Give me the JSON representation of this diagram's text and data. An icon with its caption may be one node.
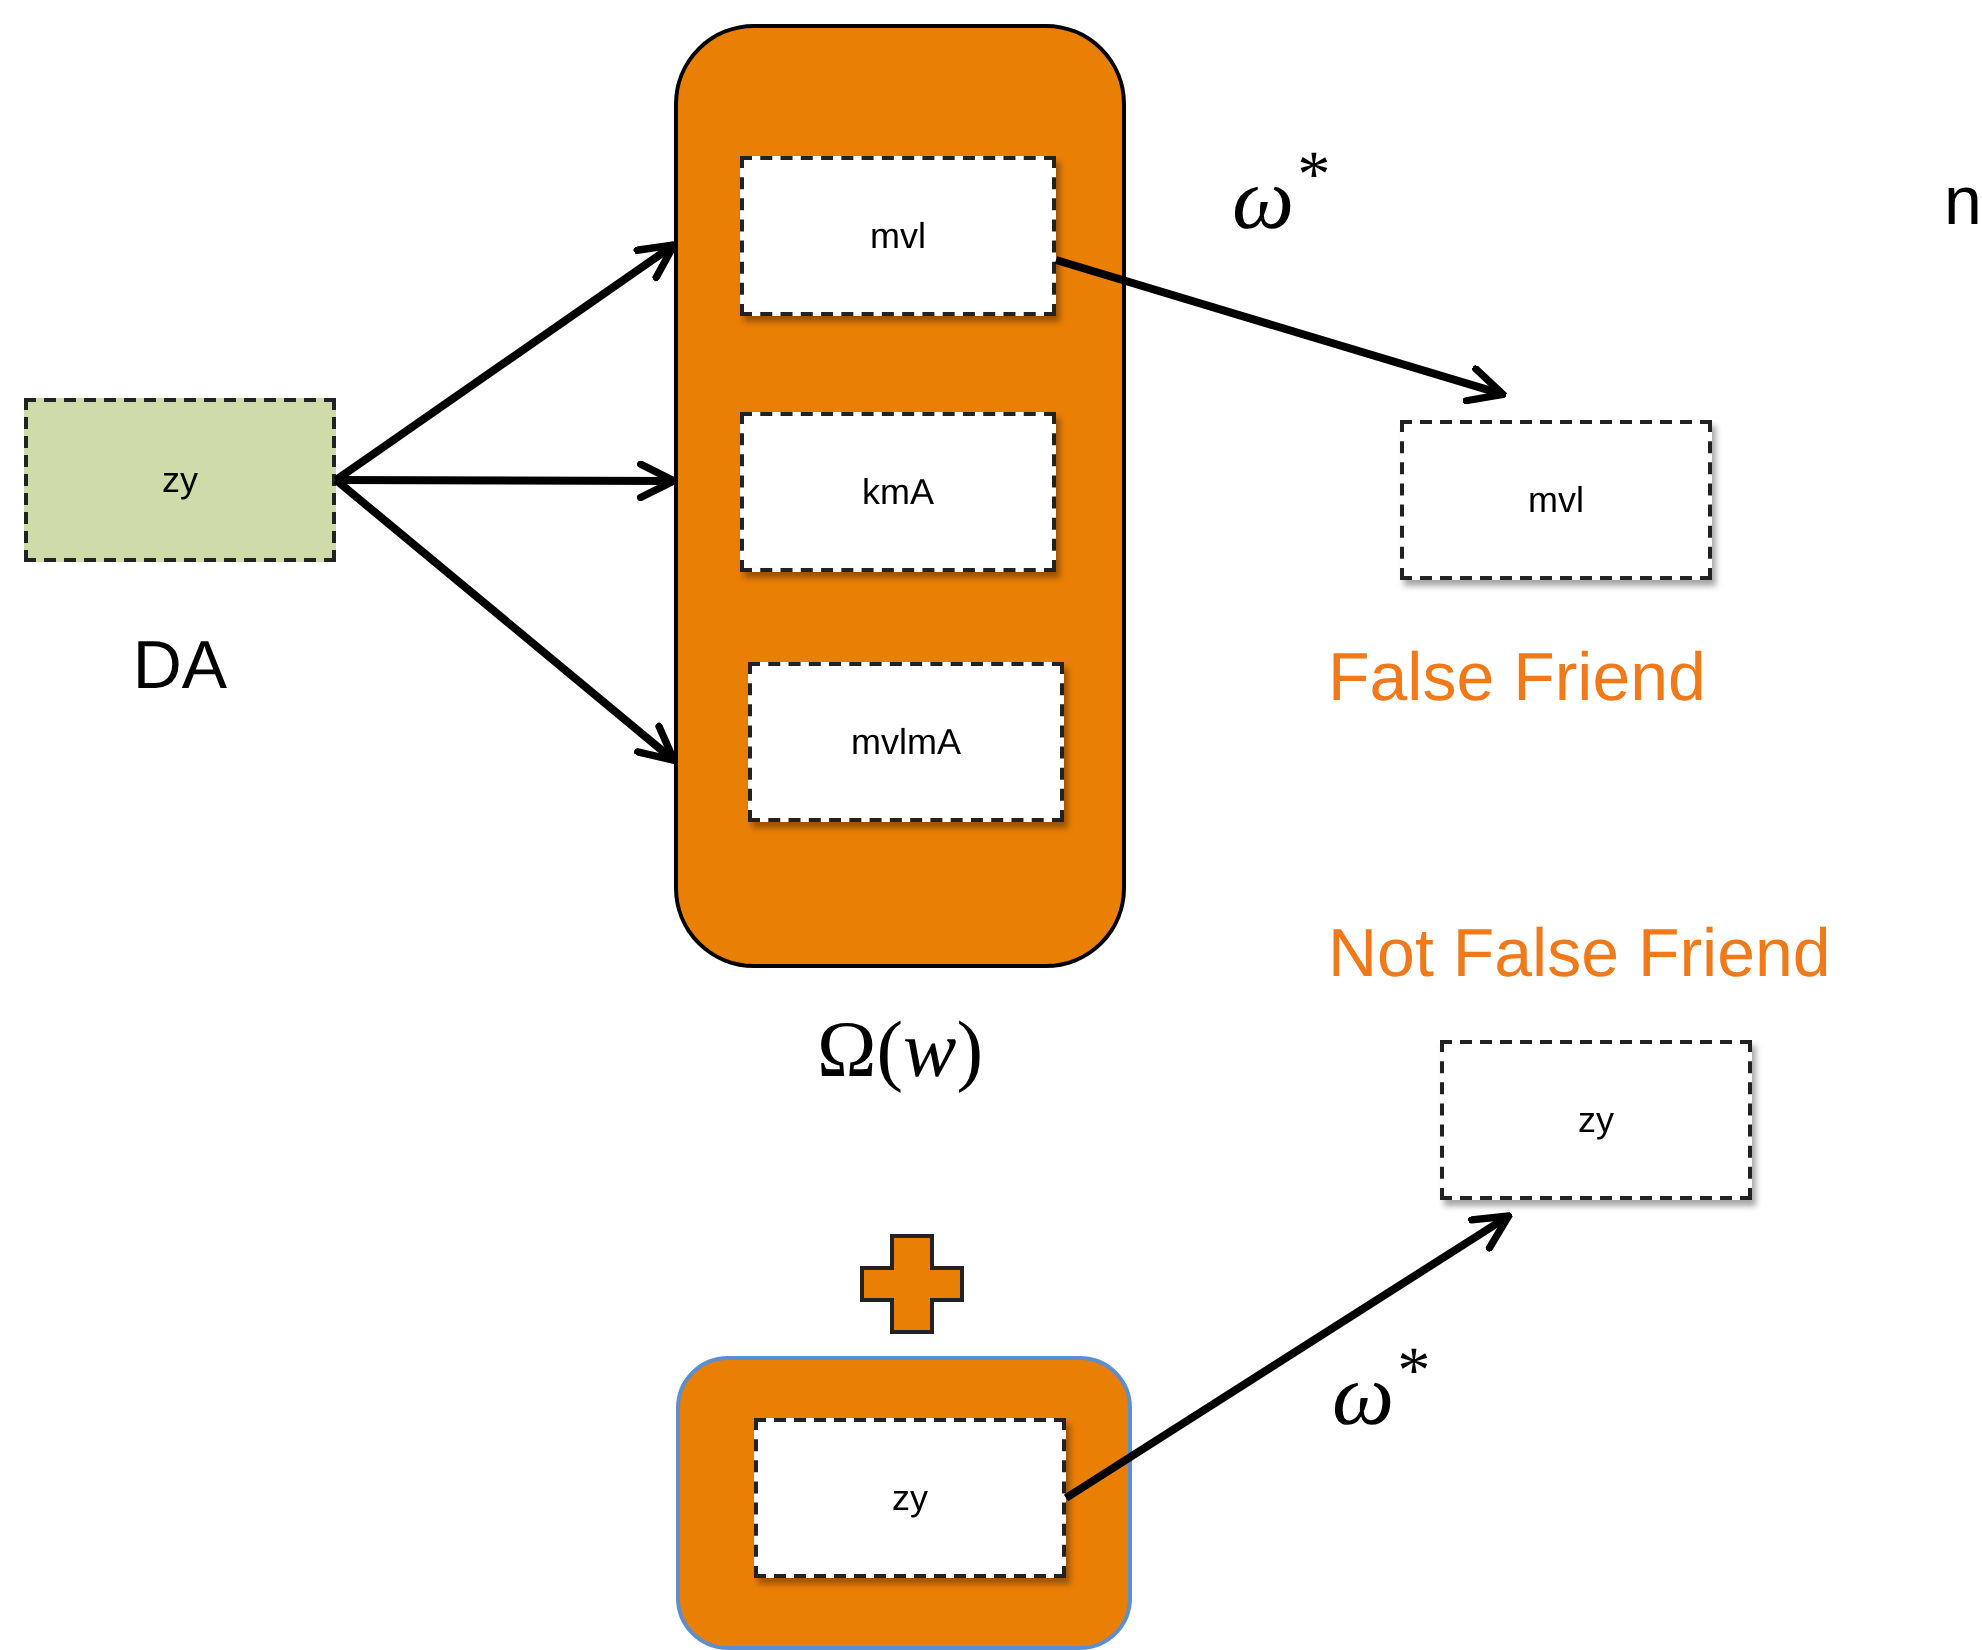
{
  "diagram": {
    "nodes": [
      {
        "text": [
          "zy"
        ],
        "beside": [
          "DA"
        ]
      },
      {
        "text": [],
        "shape": "box",
        "beside": [
          "Ω(*w*)"
        ]
      },
      {
        "text": [
          "mvl"
        ],
        "in": 1
      },
      {
        "text": [
          "kmA"
        ],
        "in": 1
      },
      {
        "text": [
          "mvlmA"
        ],
        "in": 1
      },
      {
        "text": [
          "mvl"
        ],
        "beside": [
          "False Friend"
        ]
      },
      {
        "text": [],
        "shape": "box"
      },
      {
        "text": [
          "zy"
        ],
        "in": 6
      },
      {
        "text": [
          "zy"
        ],
        "beside": [
          "Not False Friend"
        ]
      }
    ],
    "edges": [
      {
        "from": 0,
        "to": 1,
        "arrow": "to"
      },
      {
        "from": 0,
        "to": 1,
        "arrow": "to"
      },
      {
        "from": 0,
        "to": 1,
        "arrow": "to"
      },
      {
        "from": 2,
        "to": 5,
        "arrow": "to",
        "label": "ω$^{*}$"
      },
      {
        "from": 7,
        "to": 8,
        "arrow": "to",
        "label": "ω$^{*}$"
      }
    ],
    "labels": [
      "n"
    ]
  }
}
